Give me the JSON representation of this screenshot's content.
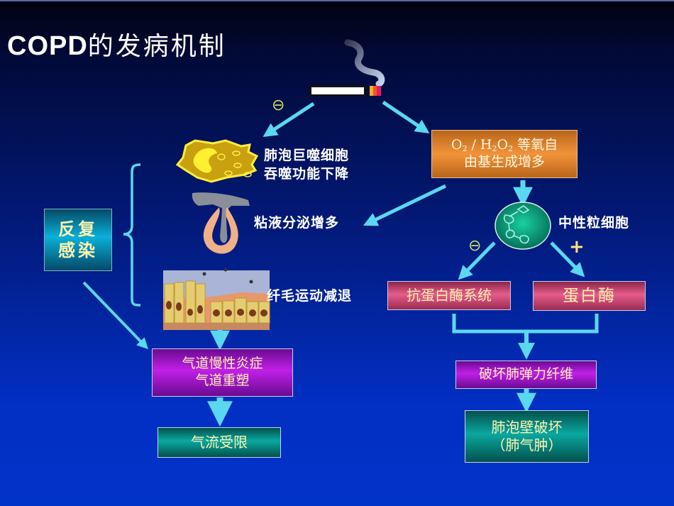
{
  "slide": {
    "title_latin": "COPD",
    "title_cn": "的发病机制"
  },
  "nodes": {
    "oxidants": {
      "o": "O",
      "sub2": "2",
      "slash": " / ",
      "h": "H",
      "o2": "O",
      "line1_suffix": " 等氧自",
      "line2": "由基生成增多"
    },
    "macrophage_label": {
      "line1": "肺泡巨噬细胞",
      "line2": "吞噬功能下降"
    },
    "mucus_label": "粘液分泌增多",
    "cilia_label": "纤毛运动减退",
    "neutrophil_label": "中性粒细胞",
    "recurrent_infection": {
      "line1": "反复",
      "line2": "感染"
    },
    "airway_inflammation": {
      "line1": "气道慢性炎症",
      "line2": "气道重塑"
    },
    "airflow_limitation": "气流受限",
    "antiprotease": "抗蛋白酶系统",
    "protease": "蛋白酶",
    "elastic_fiber": "破坏肺弹力纤维",
    "alveolar_destruction": {
      "line1": "肺泡壁破坏",
      "line2": "（肺气肿）"
    }
  },
  "signs": {
    "minus_smoke": "⊖",
    "minus_neutrophil": "⊖",
    "plus_neutrophil": "+"
  },
  "colors": {
    "arrow": "#5ad8f0",
    "minus_sign": "#c8e060",
    "plus_sign": "#ffe080"
  }
}
